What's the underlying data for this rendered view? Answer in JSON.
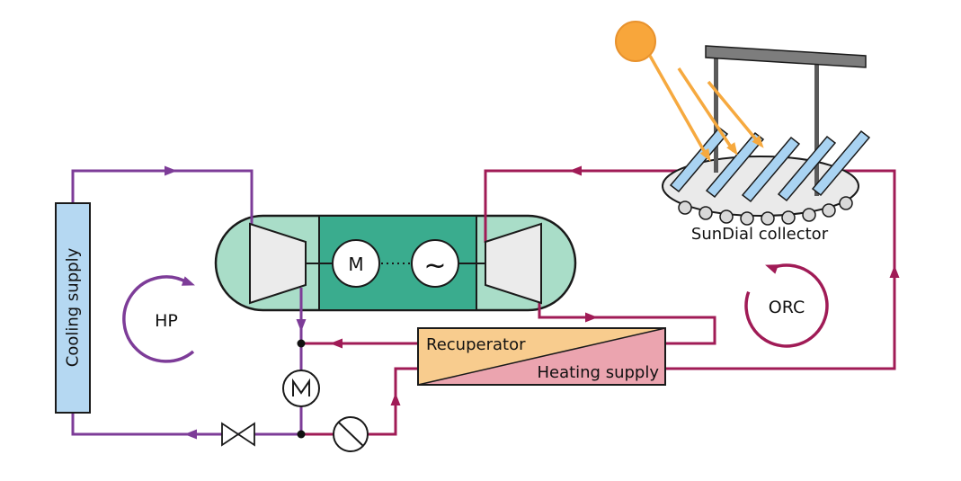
{
  "labels": {
    "cooling_supply": "Cooling supply",
    "hp_loop": "HP",
    "orc_loop": "ORC",
    "sundial_collector": "SunDial collector",
    "recuperator": "Recuperator",
    "heating_supply": "Heating supply",
    "motor": "M",
    "generator": "~"
  },
  "colors": {
    "hp_line": "#7d3c98",
    "orc_line": "#a01b56",
    "cooling_fill": "#b5d8f2",
    "capsule_light": "#a9ddc8",
    "capsule_dark": "#3aac8e",
    "machine_fill": "#ebebeb",
    "recuperator_fill": "#f8cc8e",
    "heating_fill": "#eba4af",
    "sun_fill": "#f8a63b",
    "ray_fill": "#f6a93f",
    "panel_fill": "#a9d3f2",
    "disc_fill": "#eaeaea",
    "roller_fill": "#d9d9d9",
    "beam_fill": "#7d7d7d",
    "post_fill": "#5a5a5a",
    "outline": "#1a1a1a"
  }
}
